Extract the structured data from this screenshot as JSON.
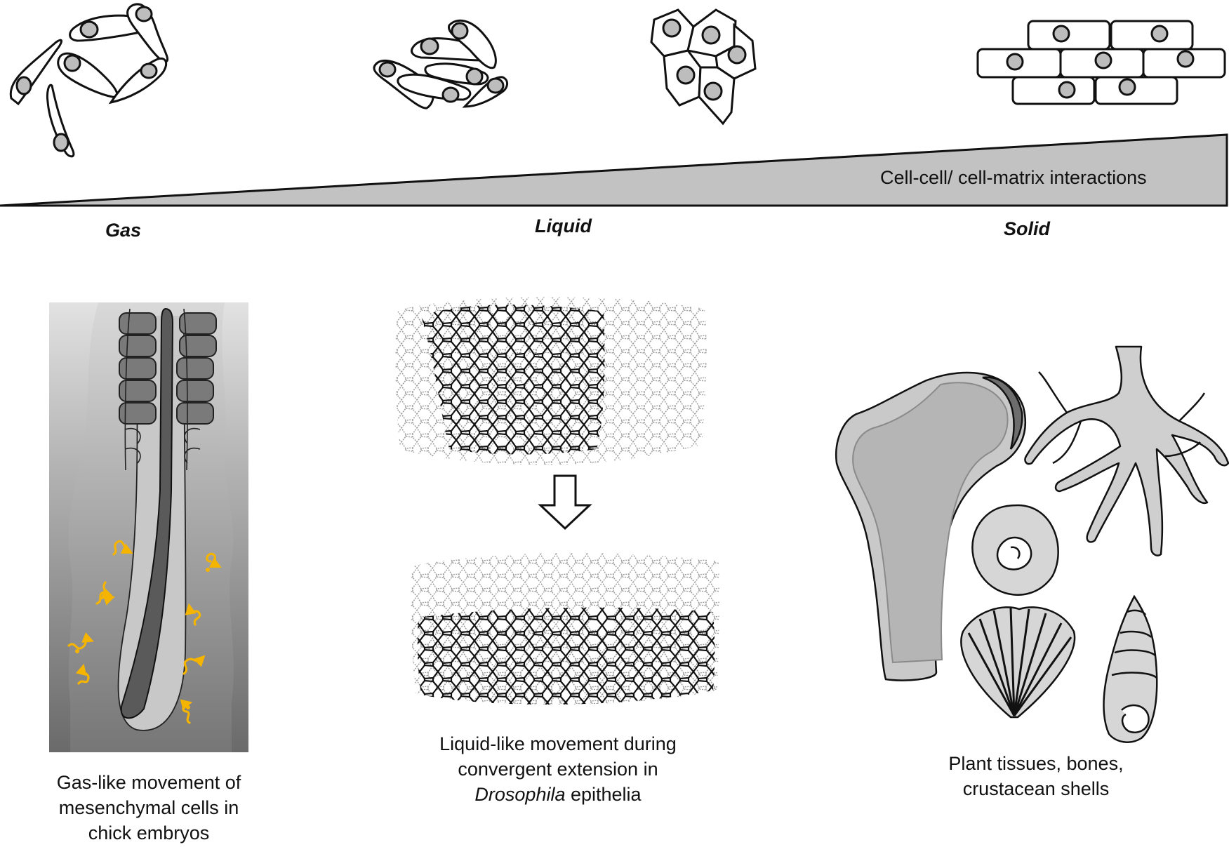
{
  "gradient": {
    "label": "Cell-cell/ cell-matrix  interactions"
  },
  "states": {
    "gas": "Gas",
    "liquid": "Liquid",
    "solid": "Solid"
  },
  "captions": {
    "gas": [
      "Gas-like movement of",
      "mesenchymal cells in",
      "chick embryos"
    ],
    "liquid": [
      "Liquid-like movement during",
      "convergent extension in"
    ],
    "liquid_italic": "Drosophila",
    "liquid_tail": " epithelia",
    "solid": [
      "Plant tissues, bones,",
      "crustacean shells"
    ]
  },
  "colors": {
    "wedge": "#c2c2c2",
    "cell_nucleus": "#bdbdbd",
    "migration_arrows": "#f5b400",
    "somite": "#7a7a7a",
    "embryo_bg_dark": "#6e6e6e",
    "embryo_bg_light": "#d0d0d0",
    "bone_fill": "#c9c9c9",
    "shell_fill": "#d6d6d6"
  },
  "icons": [
    "mesenchymal-cells",
    "aggregate-cells",
    "epithelial-cells",
    "brick-cells",
    "chick-embryo",
    "drosophila-epithelium",
    "down-arrow",
    "femur-bone",
    "plant-root",
    "spiral-shell",
    "scallop-shell",
    "cone-shell"
  ]
}
